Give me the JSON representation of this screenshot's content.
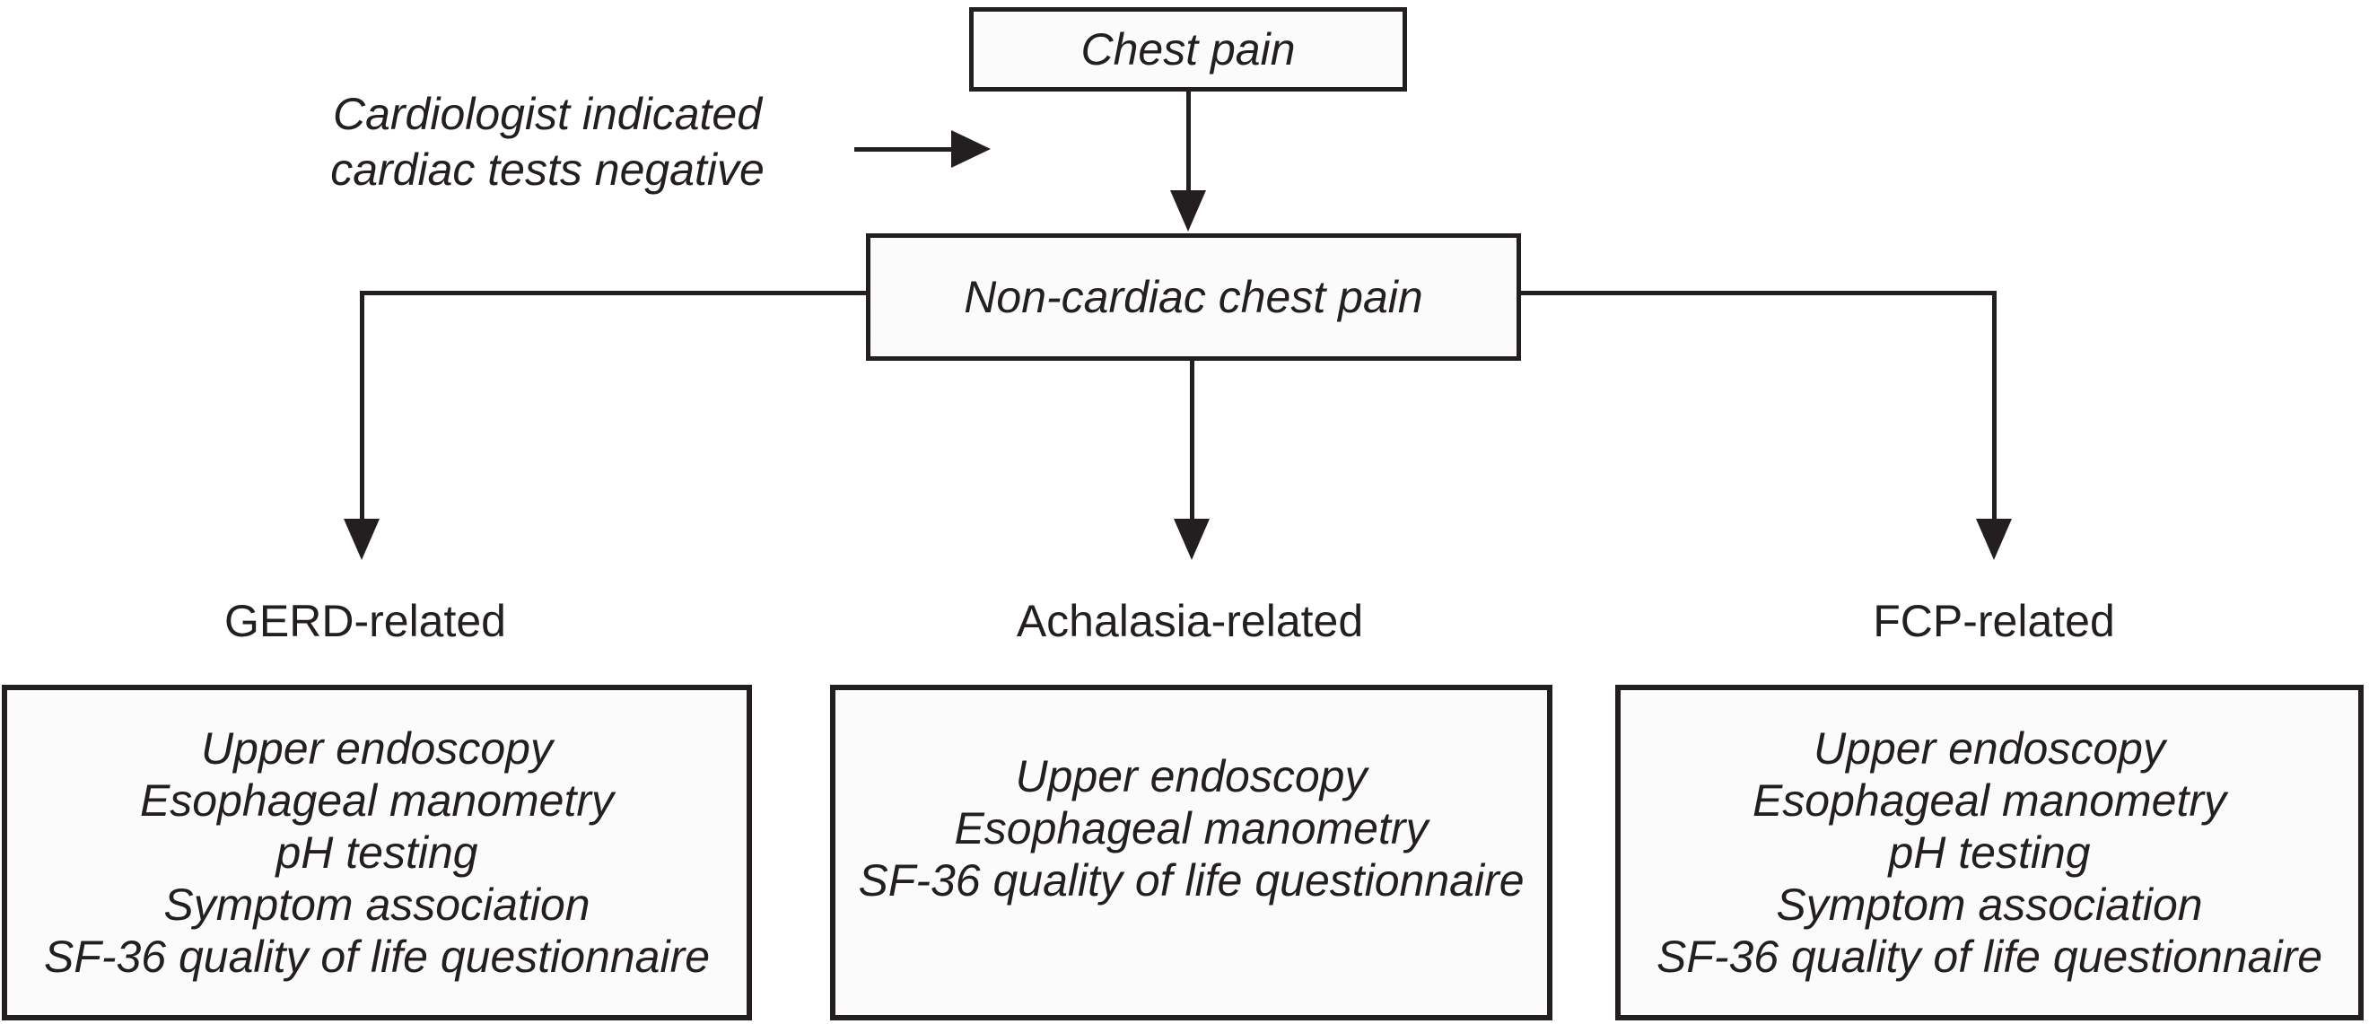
{
  "figure": {
    "chest_pain_label": "Chest pain",
    "non_cardiac_label": "Non-cardiac chest pain",
    "note": {
      "line1": "Cardiologist indicated",
      "line2": "cardiac tests negative"
    },
    "branches": [
      {
        "label": "GERD-related",
        "items": [
          "Upper endoscopy",
          "Esophageal manometry",
          "pH testing",
          "Symptom association",
          "SF-36 quality of life questionnaire"
        ]
      },
      {
        "label": "Achalasia-related",
        "items": [
          "Upper endoscopy",
          "Esophageal manometry",
          "SF-36 quality of life questionnaire"
        ]
      },
      {
        "label": "FCP-related",
        "items": [
          "Upper endoscopy",
          "Esophageal manometry",
          "pH testing",
          "Symptom association",
          "SF-36 quality of life questionnaire"
        ]
      }
    ]
  },
  "colors": {
    "ink": "#231f20",
    "box_fill": "#fbfbfb",
    "background": "#ffffff"
  }
}
